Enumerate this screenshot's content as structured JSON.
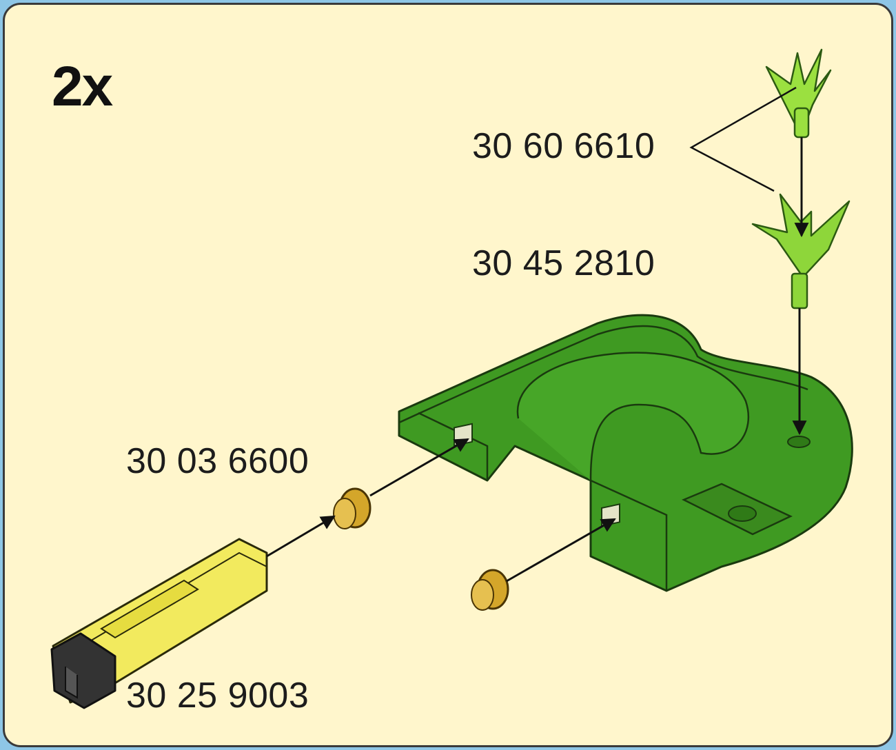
{
  "quantity_label": "2x",
  "part_numbers": {
    "leaf_small": "30 60 6610",
    "leaf_large": "30 45 2810",
    "connector": "30 03 6600",
    "battery_box": "30 25 9003"
  },
  "colors": {
    "background": "#fff6cc",
    "base_plate": "#3f9a22",
    "leaf": "#8ed63a",
    "connector": "#d4a62a",
    "battery_box": "#f2ea5e",
    "battery_cap": "#333333"
  }
}
